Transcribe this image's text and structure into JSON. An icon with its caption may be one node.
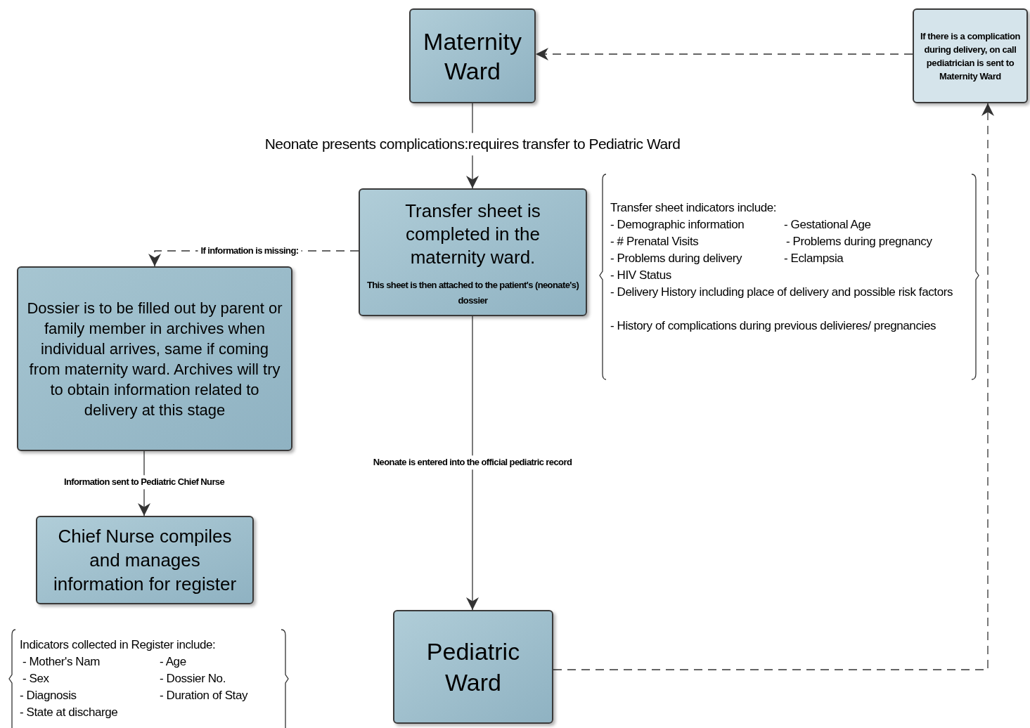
{
  "diagram": {
    "nodes": [
      {
        "text": [
          "Maternity Ward"
        ]
      },
      {
        "text": [
          "Transfer sheet is completed in the maternity ward.",
          "This sheet is then attached to the patient's (neonate's) dossier"
        ]
      },
      {
        "text": [
          "Dossier is to be filled out by parent or family member in archives when individual arrives, same if coming from maternity ward. Archives will try to obtain information related to delivery at this stage"
        ]
      },
      {
        "text": [
          "Chief Nurse compiles and manages information for register"
        ]
      },
      {
        "text": [
          "Pediatric Ward"
        ]
      },
      {
        "text": [
          "If there is a complication during delivery, on call pediatrician is sent to Maternity Ward"
        ]
      }
    ],
    "edges": [
      {
        "from": 0,
        "to": 1,
        "arrow": "to",
        "label": "Neonate presents complications:requires transfer to Pediatric Ward"
      },
      {
        "from": 1,
        "to": 2,
        "arrow": "to",
        "style": "dashed",
        "label": "If information is missing:"
      },
      {
        "from": 2,
        "to": 3,
        "arrow": "to",
        "label": "Information sent to Pediatric Chief Nurse"
      },
      {
        "from": 1,
        "to": 4,
        "arrow": "to",
        "label": "Neonate is entered into the official pediatric record"
      },
      {
        "from": 4,
        "to": 5,
        "arrow": "to",
        "style": "dashed"
      },
      {
        "from": 5,
        "to": 0,
        "arrow": "to",
        "style": "dashed"
      }
    ],
    "labels": [
      "Transfer sheet indicators include:",
      "- Demographic information",
      "- Gestational Age",
      "- # Prenatal Visits",
      "- Problems during pregnancy",
      "- Problems during delivery",
      "- Eclampsia",
      "- HIV Status",
      "- Delivery History including place of delivery and possible risk factors",
      "- History of complications during previous delivieres/ pregnancies",
      "Indicators collected in Register include:",
      "- Mother's Nam",
      "- Age",
      "- Sex",
      "- Dossier No.",
      "- Diagnosis",
      "- Duration of Stay",
      "- State at discharge"
    ]
  }
}
